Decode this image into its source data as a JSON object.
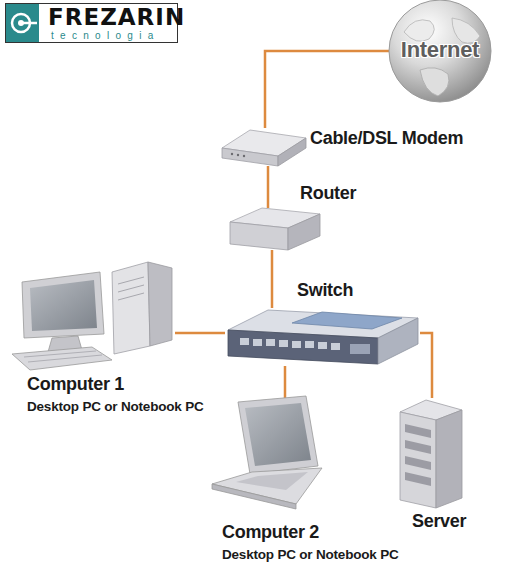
{
  "diagram": {
    "nodes": [
      {
        "text": [
          "FREZARIN",
          "tecnologia"
        ]
      },
      {
        "text": [
          "Internet"
        ]
      },
      {
        "text": [
          "Cable/DSL Modem"
        ]
      },
      {
        "text": [
          "Router"
        ]
      },
      {
        "text": [
          "Switch"
        ]
      },
      {
        "text": [
          "Computer 1",
          "Desktop PC or Notebook PC"
        ]
      },
      {
        "text": [
          "Computer 2",
          "Desktop PC or Notebook PC"
        ]
      },
      {
        "text": [
          "Server"
        ]
      }
    ],
    "edges": [
      {
        "from": 1,
        "to": 2,
        "arrow": "none"
      },
      {
        "from": 2,
        "to": 3,
        "arrow": "none"
      },
      {
        "from": 3,
        "to": 4,
        "arrow": "none"
      },
      {
        "from": 4,
        "to": 5,
        "arrow": "none"
      },
      {
        "from": 4,
        "to": 6,
        "arrow": "none"
      },
      {
        "from": 4,
        "to": 7,
        "arrow": "none"
      }
    ]
  }
}
